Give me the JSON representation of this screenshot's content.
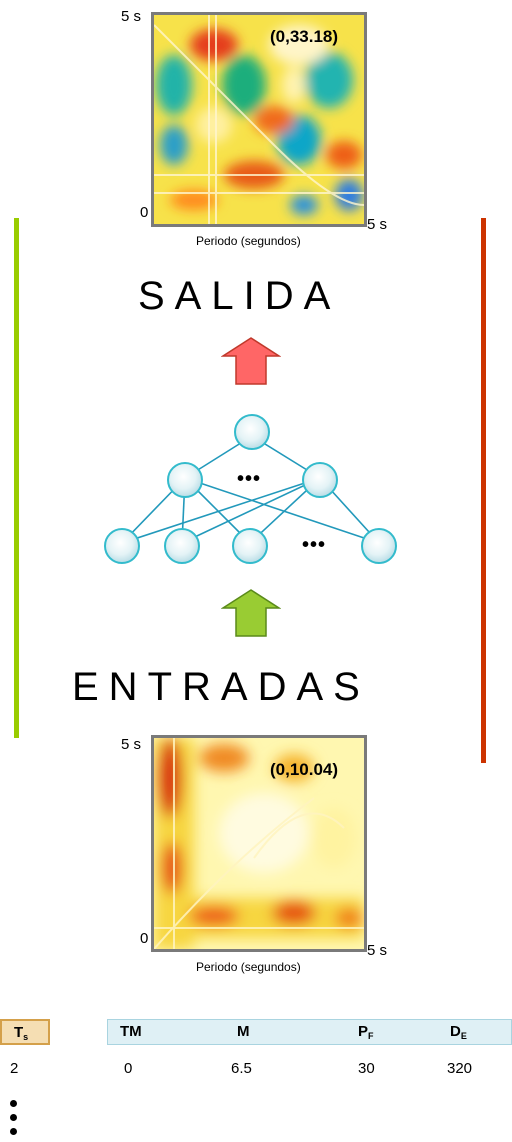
{
  "top_plot": {
    "y_max_label": "5 s",
    "y_min_label": "0",
    "x_max_label": "5 s",
    "x_label": "Periodo (segundos)",
    "coord": "(0,33.18)"
  },
  "output_label": "SALIDA",
  "network": {
    "ellipsis_hidden": "•••",
    "ellipsis_input": "•••"
  },
  "input_label": "ENTRADAS",
  "bottom_plot": {
    "y_max_label": "5 s",
    "y_min_label": "0",
    "x_max_label": "5 s",
    "x_label": "Periodo (segundos)",
    "coord": "(0,10.04)"
  },
  "table": {
    "ts_header": "T",
    "ts_sub": "s",
    "headers": [
      {
        "main": "TM",
        "sub": ""
      },
      {
        "main": "M",
        "sub": ""
      },
      {
        "main": "P",
        "sub": "F"
      },
      {
        "main": "D",
        "sub": "E"
      }
    ],
    "ts_value": "2",
    "values": [
      "0",
      "6.5",
      "30",
      "320"
    ]
  },
  "colors": {
    "left_bar": "#99cc00",
    "right_bar": "#cc3300",
    "up_arrow_output": "#ff6666",
    "up_arrow_input": "#99cc33",
    "node_stroke": "#33bbcc",
    "link": "#2299bb",
    "ts_header_bg": "#f5deb3",
    "ts_header_border": "#d4a04a",
    "params_header_bg": "#dff0f5",
    "params_header_border": "#a9d4e0"
  }
}
